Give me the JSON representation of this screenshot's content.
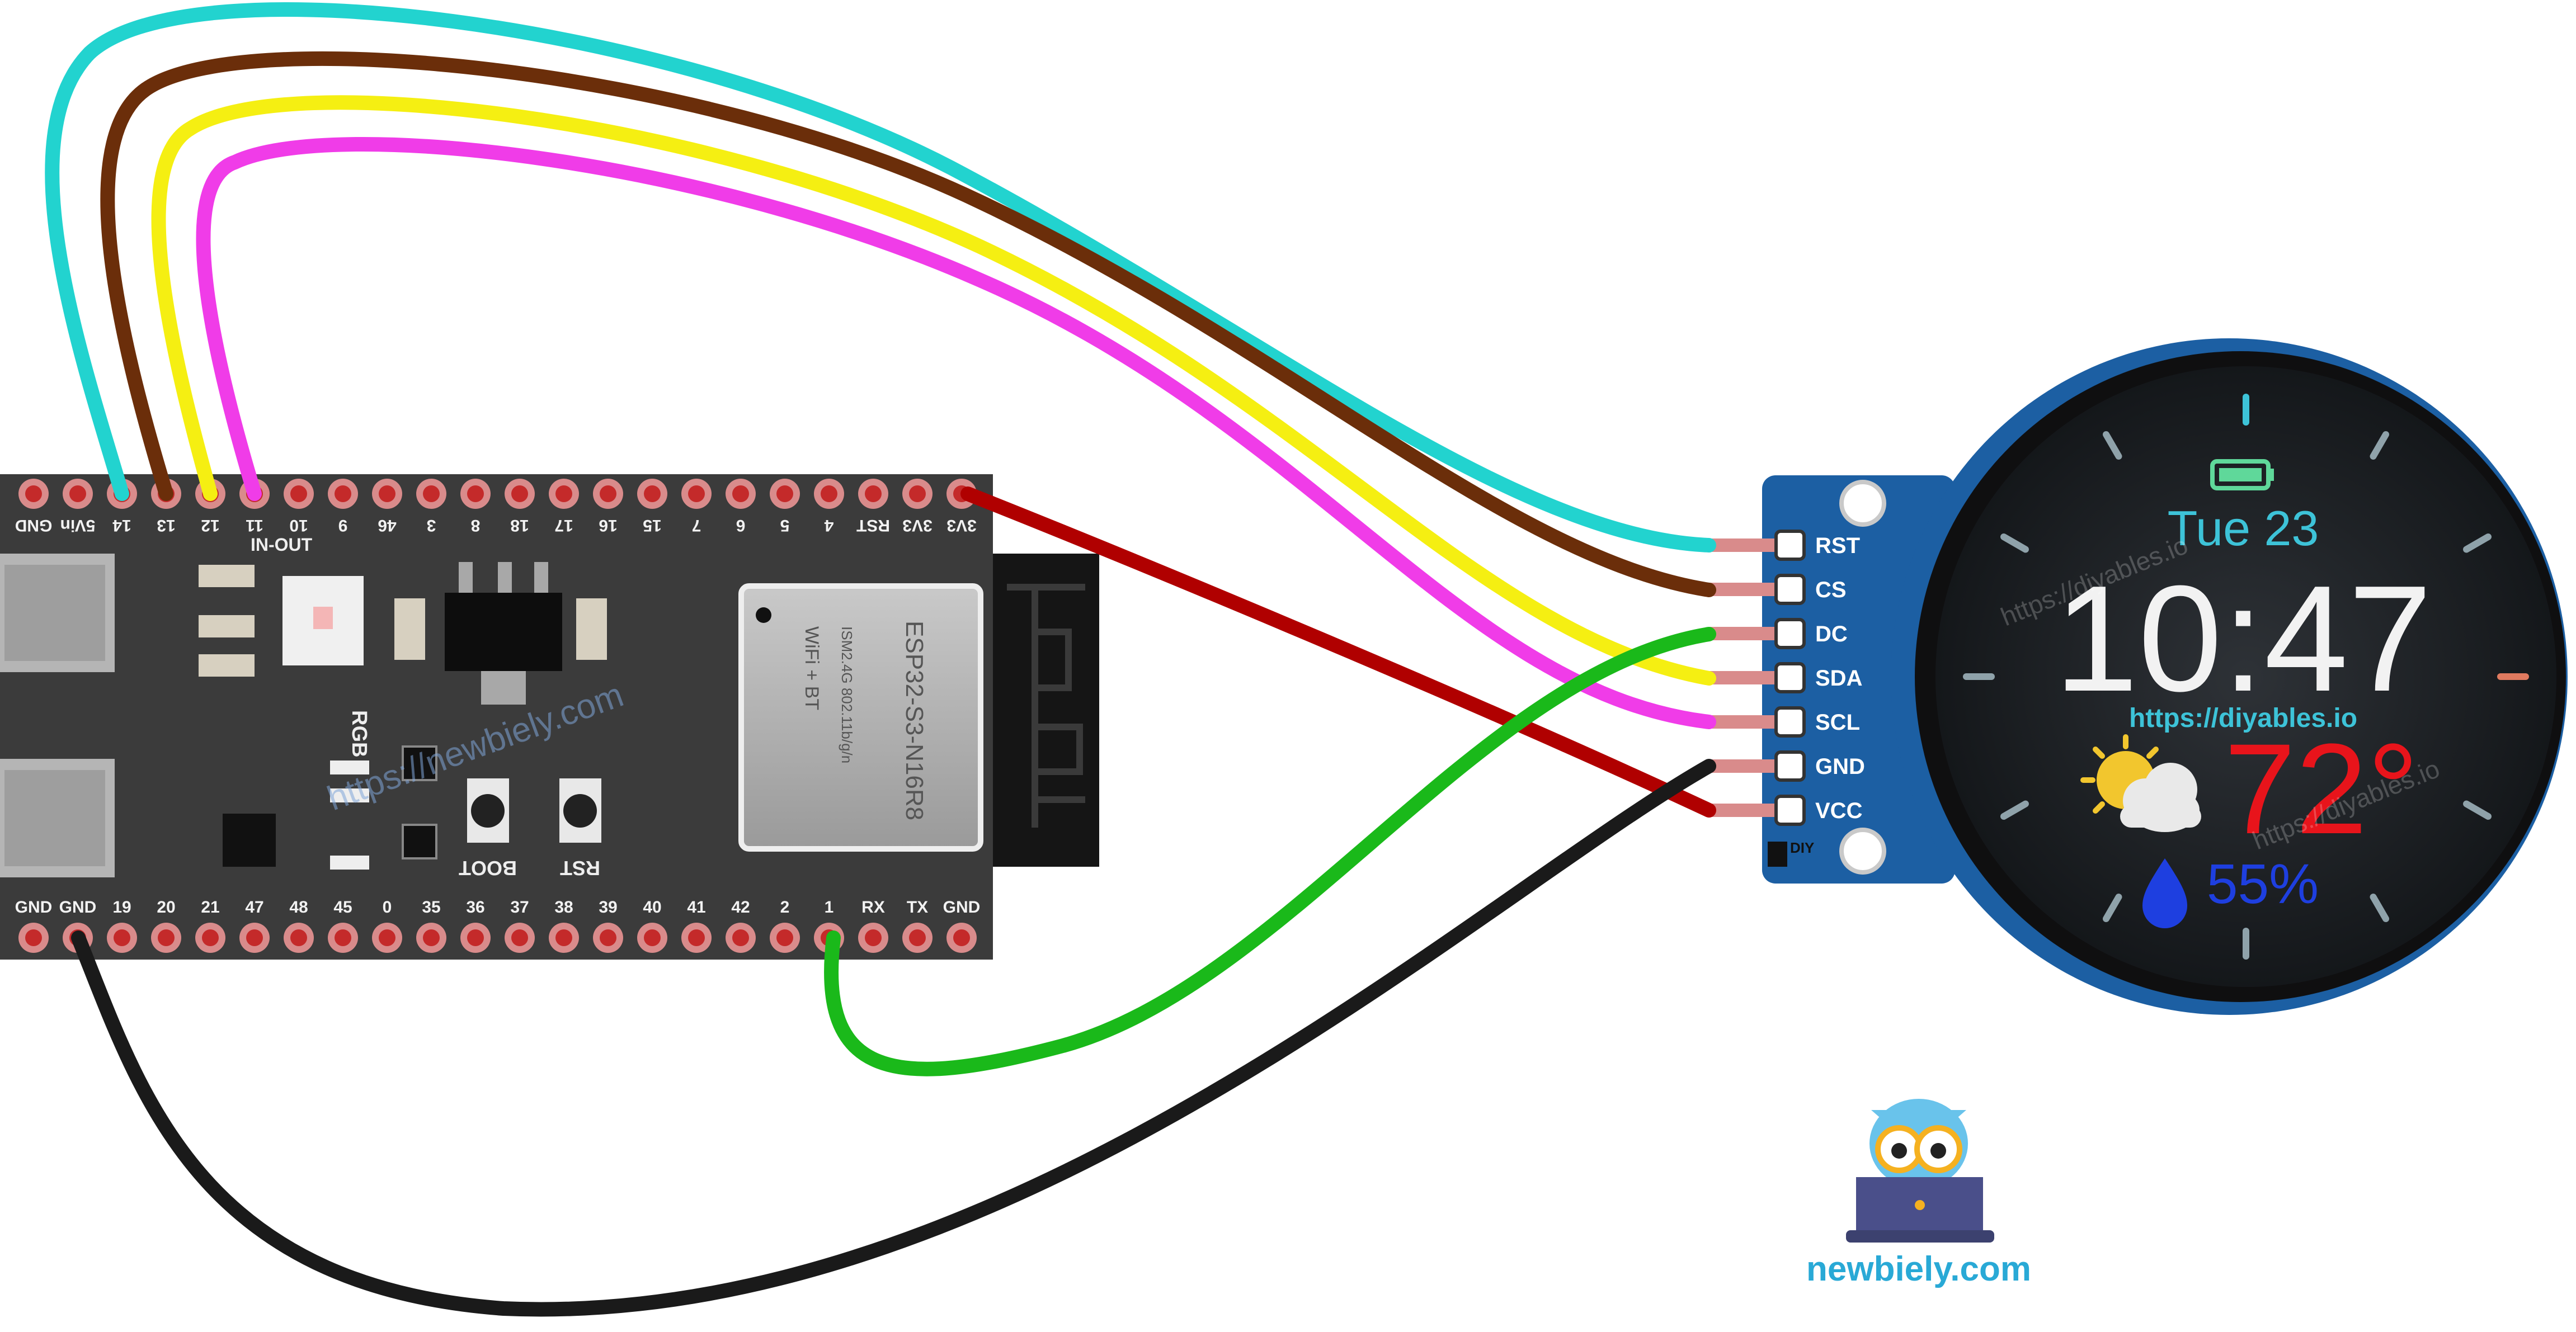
{
  "board": {
    "name": "ESP32-S3-N16R8",
    "module_line1": "ISM2.4G 802.11b/g/n",
    "module_line2": "WiFi + BT",
    "label_rgb": "RGB",
    "label_in_out": "IN-OUT",
    "button_boot": "BOOT",
    "button_rst": "RST",
    "top_pins": [
      "GND",
      "5Vin",
      "14",
      "13",
      "12",
      "11",
      "10",
      "9",
      "46",
      "3",
      "8",
      "18",
      "17",
      "16",
      "15",
      "7",
      "6",
      "5",
      "4",
      "RST",
      "3V3",
      "3V3"
    ],
    "bottom_pins": [
      "GND",
      "GND",
      "19",
      "20",
      "21",
      "47",
      "48",
      "45",
      "0",
      "35",
      "36",
      "37",
      "38",
      "39",
      "40",
      "41",
      "42",
      "2",
      "1",
      "RX",
      "TX",
      "GND"
    ]
  },
  "module": {
    "pins": [
      "RST",
      "CS",
      "DC",
      "SDA",
      "SCL",
      "GND",
      "VCC"
    ],
    "logo_text": "DIY"
  },
  "display": {
    "date": "Tue 23",
    "time": "10:47",
    "url": "https://diyables.io",
    "temperature": "72°",
    "humidity": "55%",
    "battery_icon": "battery-full-icon",
    "weather_icon": "partly-cloudy-icon",
    "humidity_icon": "water-drop-icon"
  },
  "watermarks": {
    "board": "https://newbiely.com",
    "display": "https://diyables.io"
  },
  "logo": {
    "text": "newbiely.com",
    "icon": "owl-laptop-icon"
  },
  "connections": [
    {
      "from": "14",
      "to": "RST",
      "color": "#22d3cf"
    },
    {
      "from": "13",
      "to": "CS",
      "color": "#6b2e0a"
    },
    {
      "from": "12",
      "to": "SDA",
      "color": "#f5ef12"
    },
    {
      "from": "11",
      "to": "SCL",
      "color": "#f03ce8"
    },
    {
      "from": "3V3",
      "to": "VCC",
      "color": "#b00000"
    },
    {
      "from": "1",
      "to": "DC",
      "color": "#1ab91a"
    },
    {
      "from": "GND",
      "to": "GND",
      "color": "#1a1a1a"
    }
  ],
  "colors": {
    "board": "#3b3b3b",
    "module_pcb": "#1c5fa3",
    "display_bezel": "#111111",
    "accent_cyan": "#3dc3d8",
    "accent_red": "#e8141b",
    "accent_blue": "#1e3fe0",
    "brand": "#29a9d6"
  }
}
